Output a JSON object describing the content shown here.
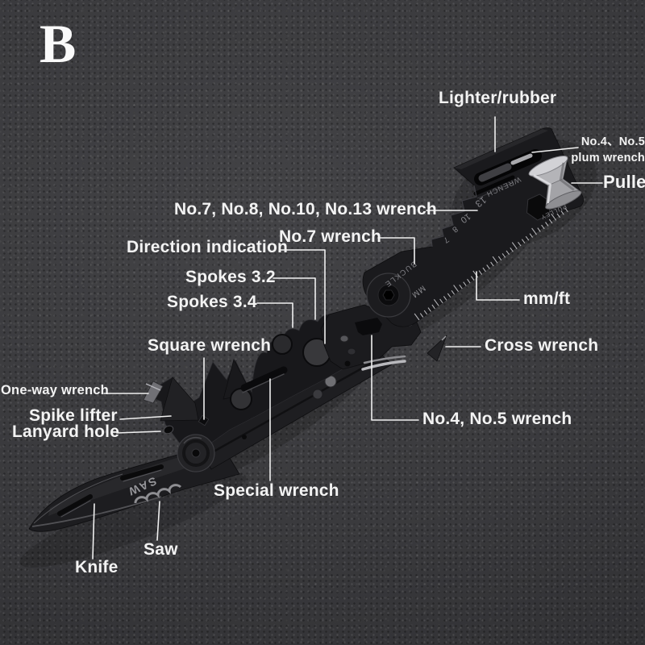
{
  "page": {
    "variant_letter": "B"
  },
  "labels": {
    "lighter": "Lighter/rubber",
    "plum_wrench_line1": "No.4、No.5",
    "plum_wrench_line2": "plum wrench",
    "pulley": "Pulley",
    "wrench_set": "No.7, No.8, No.10, No.13 wrench",
    "no7_wrench": "No.7 wrench",
    "direction": "Direction indication",
    "spokes_32": "Spokes 3.2",
    "spokes_34": "Spokes 3.4",
    "square_wrench": "Square wrench",
    "mm_ft": "mm/ft",
    "cross_wrench": "Cross wrench",
    "one_way_wrench": "One-way wrench",
    "spike_lifter": "Spike lifter",
    "lanyard_hole": "Lanyard hole",
    "no45_wrench": "No.4, No.5 wrench",
    "special_wrench": "Special wrench",
    "saw": "Saw",
    "knife": "Knife"
  },
  "engravings": {
    "saw": "SAW",
    "wrench": "WRENCH",
    "pulley": "PULLEY",
    "buckle": "BUCKLE",
    "mm": "MM",
    "size_13": "13",
    "size_10": "10",
    "size_8": "8",
    "size_7": "7"
  },
  "colors": {
    "background": "#3a3a3d",
    "label_text": "#f3f3f3",
    "leader_line": "#f0f0f0",
    "tool_dark": "#1a1a1d",
    "metal_silver": "#b9b9bd"
  }
}
